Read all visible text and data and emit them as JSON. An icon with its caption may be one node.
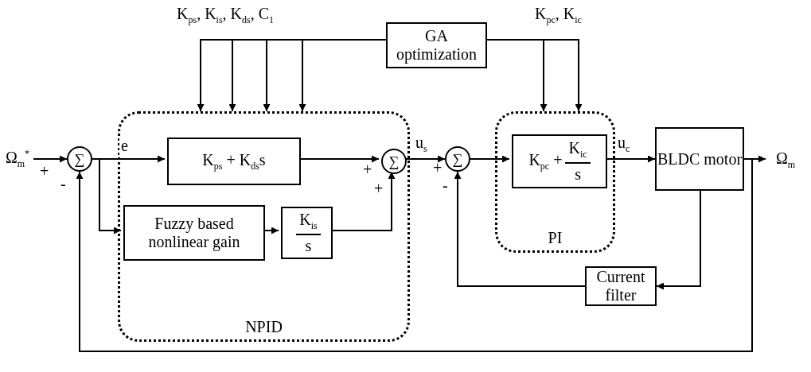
{
  "diagram": {
    "nodes": [
      {
        "text": [
          "GA optimization"
        ]
      },
      {
        "text": [
          "Ω$_{m}$$^{*}$"
        ]
      },
      {
        "text": [
          "∑"
        ]
      },
      {
        "text": [
          "NPID"
        ]
      },
      {
        "text": [
          "K$_{ps}$ + K$_{ds}$s"
        ],
        "in": 3
      },
      {
        "text": [
          "Fuzzy based nonlinear gain"
        ],
        "in": 3
      },
      {
        "text": [
          "K$_{is}$",
          "s"
        ],
        "in": 3
      },
      {
        "text": [
          "∑"
        ],
        "in": 3
      },
      {
        "text": [
          "∑"
        ]
      },
      {
        "text": [
          "PI"
        ]
      },
      {
        "text": [
          "K$_{pc}$ +",
          "K$_{ic}$",
          "s"
        ],
        "in": 9
      },
      {
        "text": [
          "BLDC motor"
        ]
      },
      {
        "text": [
          "Ω$_{m}$"
        ]
      },
      {
        "text": [
          "Current filter"
        ]
      }
    ],
    "edges": [
      {
        "from": 1,
        "to": 2,
        "arrow": "to"
      },
      {
        "from": 2,
        "to": 4,
        "arrow": "to",
        "label": "e"
      },
      {
        "from": 2,
        "to": 5,
        "arrow": "to"
      },
      {
        "from": 4,
        "to": 7,
        "arrow": "to"
      },
      {
        "from": 5,
        "to": 6,
        "arrow": "to"
      },
      {
        "from": 6,
        "to": 7,
        "arrow": "to"
      },
      {
        "from": 7,
        "to": 8,
        "arrow": "to",
        "label": "u$_{s}$"
      },
      {
        "from": 8,
        "to": 10,
        "arrow": "to"
      },
      {
        "from": 10,
        "to": 11,
        "arrow": "to",
        "label": "u$_{c}$"
      },
      {
        "from": 11,
        "to": 12,
        "arrow": "to"
      },
      {
        "from": 11,
        "to": 13,
        "arrow": "to"
      },
      {
        "from": 13,
        "to": 8,
        "arrow": "to"
      },
      {
        "from": 11,
        "to": 2,
        "arrow": "to"
      },
      {
        "from": 0,
        "to": 3,
        "arrow": "to"
      },
      {
        "from": 0,
        "to": 3,
        "arrow": "to"
      },
      {
        "from": 0,
        "to": 3,
        "arrow": "to"
      },
      {
        "from": 0,
        "to": 3,
        "arrow": "to"
      },
      {
        "from": 0,
        "to": 9,
        "arrow": "to"
      },
      {
        "from": 0,
        "to": 9,
        "arrow": "to"
      }
    ],
    "labels": [
      "K$_{ps}$, K$_{is}$, K$_{ds}$, C$_{1}$",
      "K$_{pc}$, K$_{ic}$",
      "+",
      "-",
      "+",
      "+",
      "+",
      "-"
    ]
  }
}
